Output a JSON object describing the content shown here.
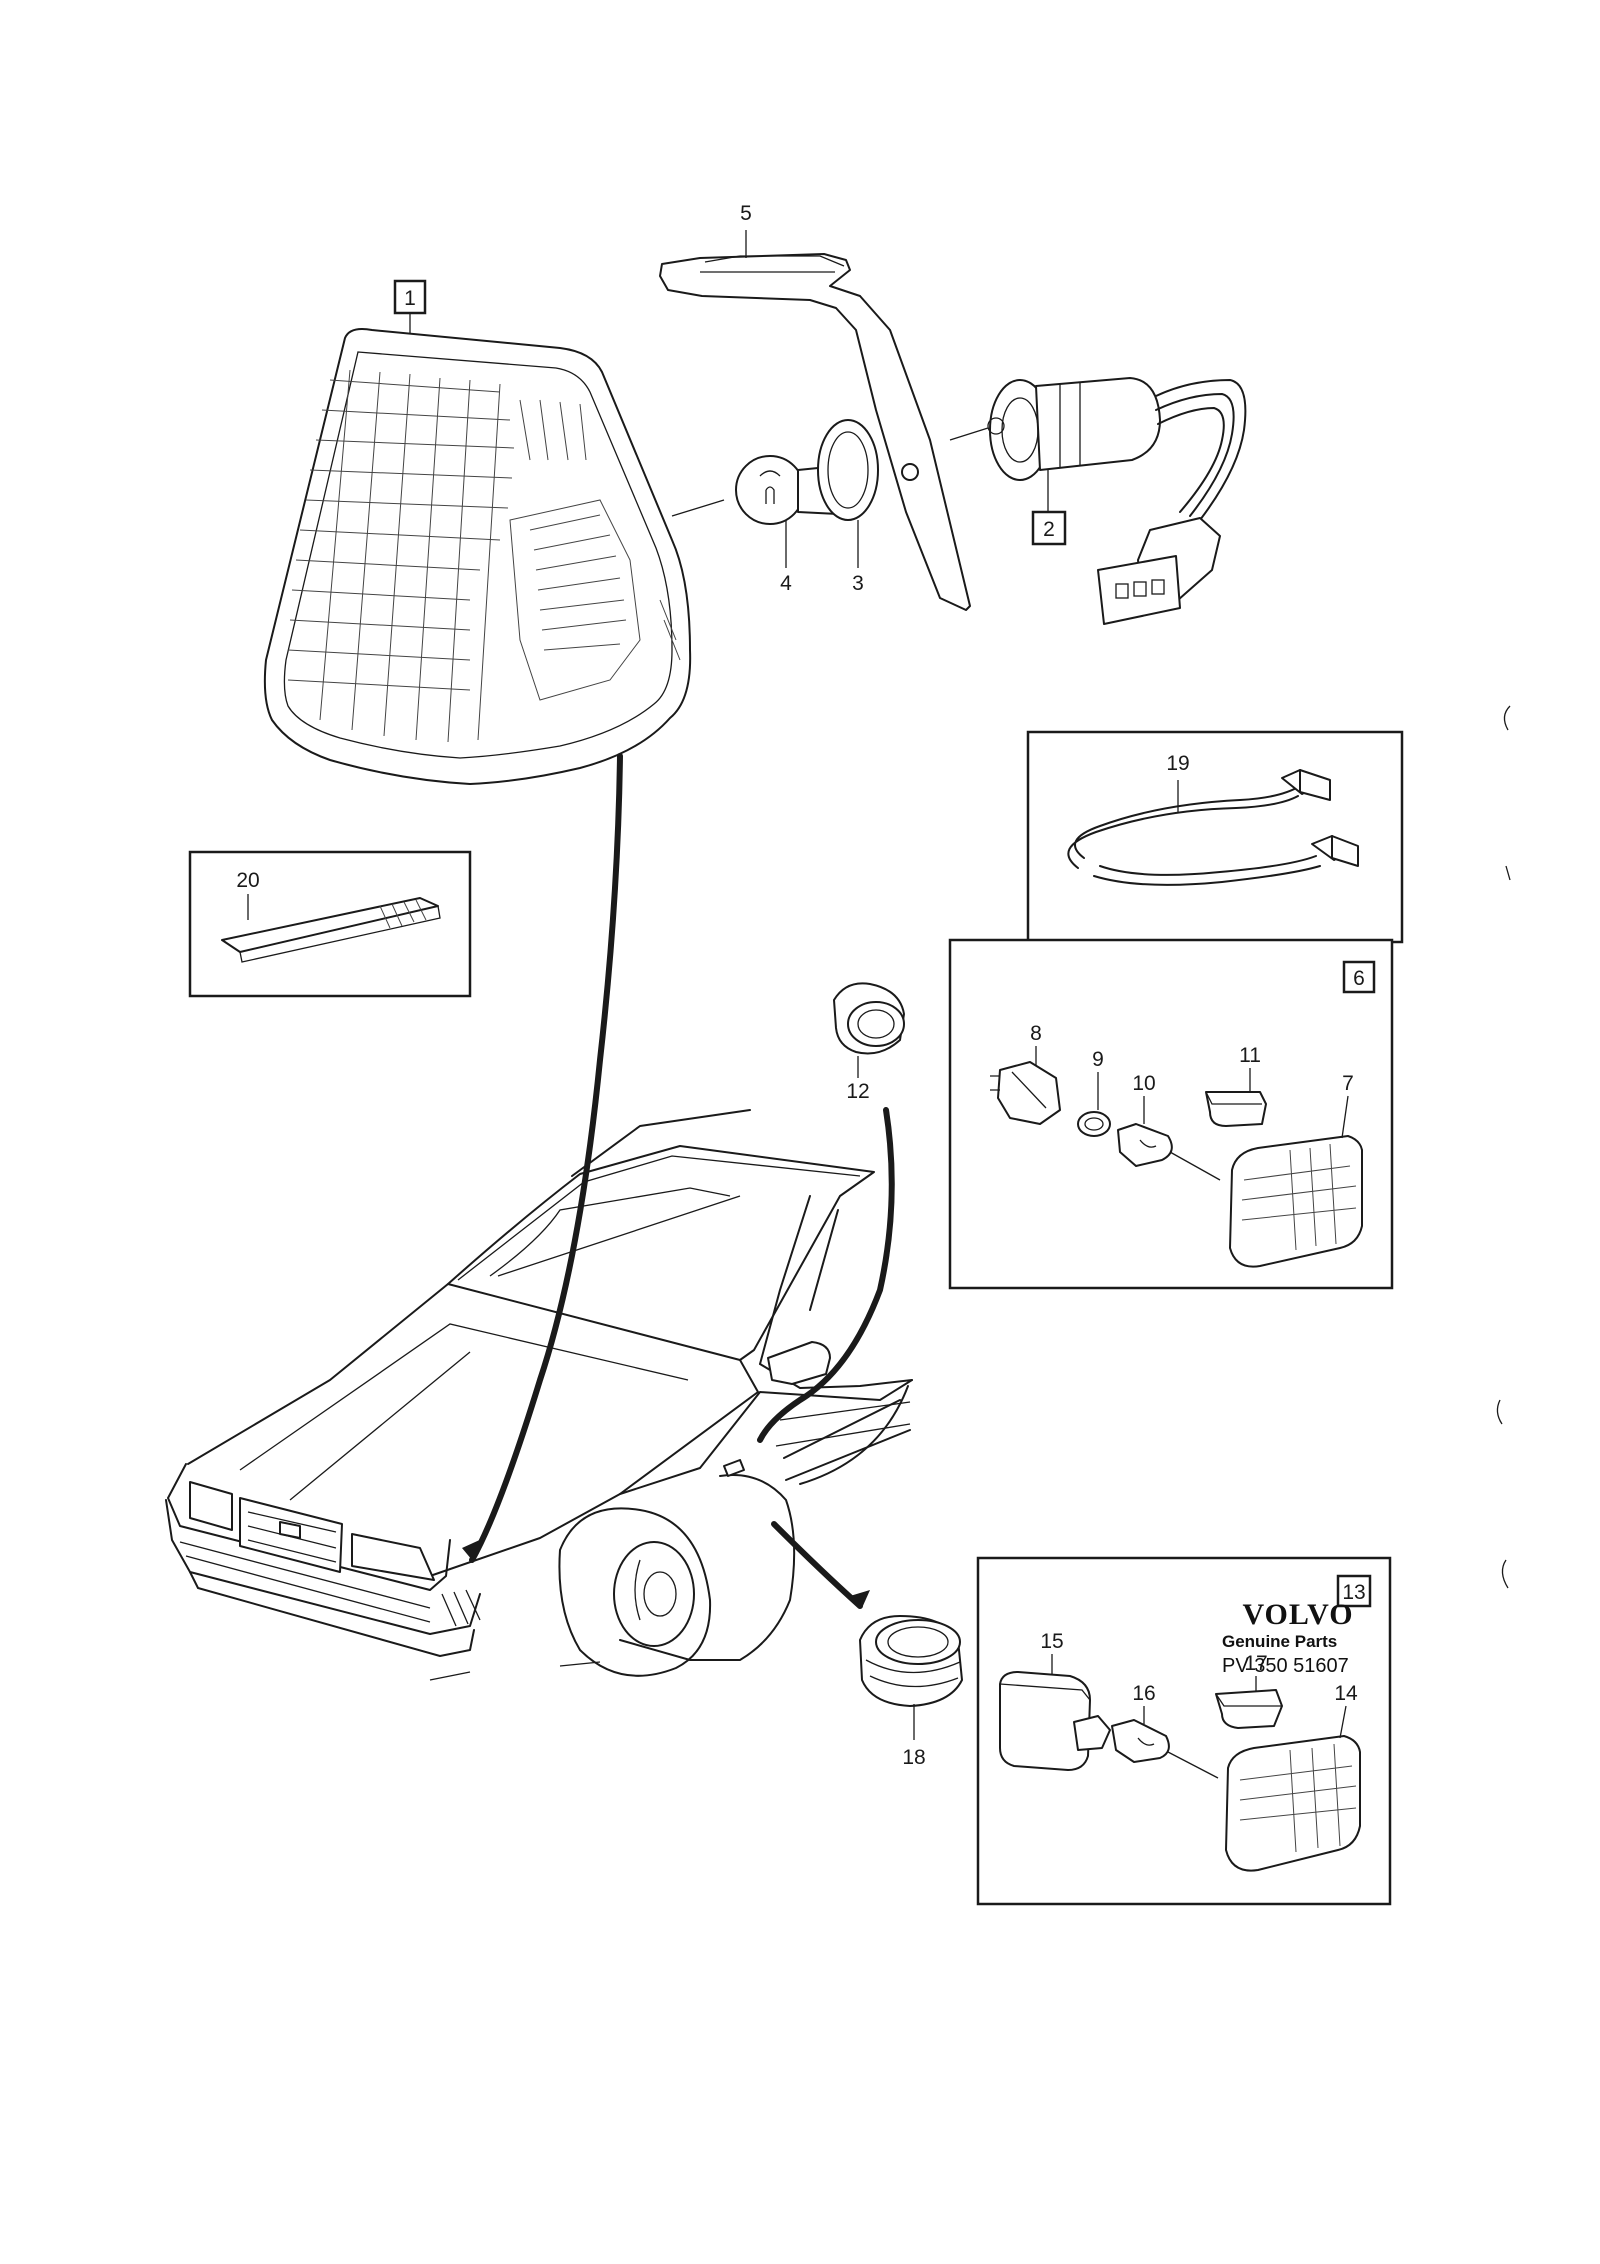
{
  "callouts": {
    "p1": "1",
    "p2": "2",
    "p3": "3",
    "p4": "4",
    "p5": "5",
    "p6": "6",
    "p7": "7",
    "p8": "8",
    "p9": "9",
    "p10": "10",
    "p11": "11",
    "p12": "12",
    "p13": "13",
    "p14": "14",
    "p15": "15",
    "p16": "16",
    "p17": "17",
    "p18": "18",
    "p19": "19",
    "p20": "20"
  },
  "brand": {
    "logo": "VOLVO",
    "subtitle": "Genuine Parts",
    "code": "PV 350 51607"
  },
  "colors": {
    "ink": "#1a1a1a",
    "paper": "#ffffff"
  }
}
